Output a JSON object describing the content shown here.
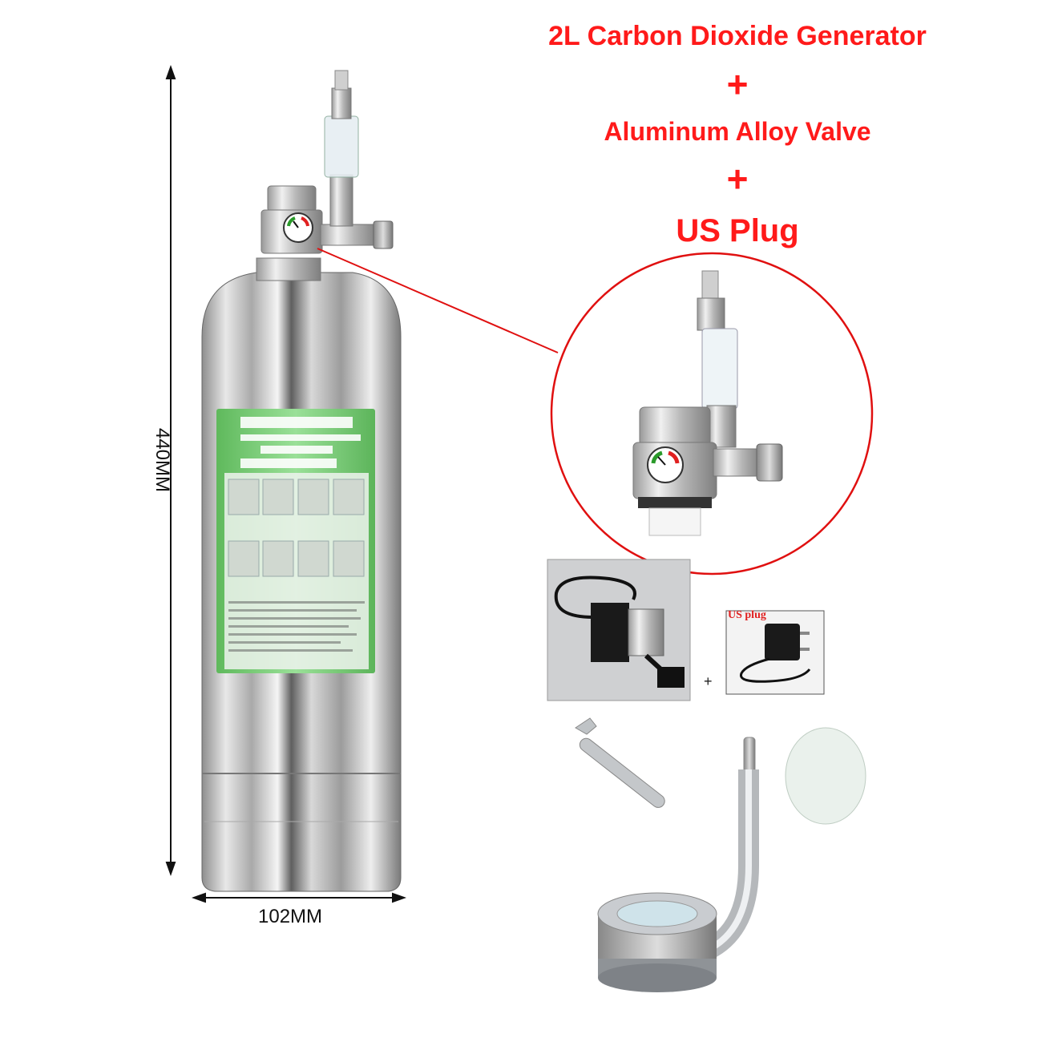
{
  "headline": {
    "line1": "2L Carbon Dioxide Generator",
    "plus1": "+",
    "line2": "Aluminum Alloy Valve",
    "plus2": "+",
    "line3": "US Plug"
  },
  "dimensions": {
    "height": "440MM",
    "width": "102MM"
  },
  "accessories": {
    "plus": "+",
    "us_plug_tag": "US plug"
  },
  "colors": {
    "headline": "#ff1a1a",
    "callout": "#e01010",
    "label_green": "#7dd07a",
    "steel": "#c8c8c8"
  }
}
